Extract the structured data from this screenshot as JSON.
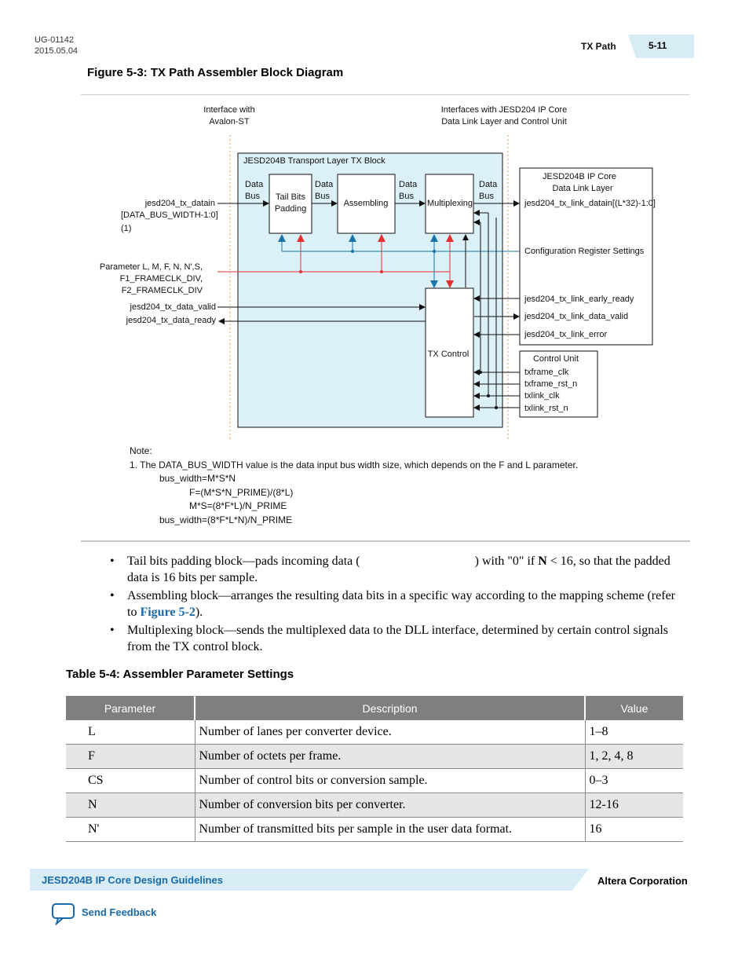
{
  "header": {
    "doc_id": "UG-01142",
    "doc_date": "2015.05.04",
    "section": "TX Path",
    "page": "5-11"
  },
  "figure": {
    "title": "Figure 5-3: TX Path Assembler Block Diagram",
    "iface_avalon": [
      "Interface with",
      "Avalon-ST"
    ],
    "iface_jesd": [
      "Interfaces with JESD204 IP Core",
      "Data Link Layer and Control Unit"
    ],
    "transport_title": "JESD204B Transport Layer TX Block",
    "data_bus": [
      "Data",
      "Bus"
    ],
    "block_tail": [
      "Tail Bits",
      "Padding"
    ],
    "block_assembling": "Assembling",
    "block_mux": "Multiplexing",
    "block_txcontrol": "TX Control",
    "in_datain": [
      "jesd204_tx_datain",
      "[DATA_BUS_WIDTH-1:0]",
      "(1)"
    ],
    "in_params": [
      "Parameter L, M, F, N, N',S,",
      "F1_FRAMECLK_DIV,",
      "F2_FRAMECLK_DIV"
    ],
    "in_valid": "jesd204_tx_data_valid",
    "out_ready": "jesd204_tx_data_ready",
    "dll_title": [
      "JESD204B IP Core",
      "Data Link Layer"
    ],
    "dll_datain": "jesd204_tx_link_datain[(L*32)-1:0]",
    "dll_config": "Configuration Register Settings",
    "dll_early": "jesd204_tx_link_early_ready",
    "dll_valid": "jesd204_tx_link_data_valid",
    "dll_error": "jesd204_tx_link_error",
    "cu_title": "Control Unit",
    "cu_signals": [
      "txframe_clk",
      "txframe_rst_n",
      "txlink_clk",
      "txlink_rst_n"
    ],
    "note_title": "Note:",
    "note_lines": [
      "1. The DATA_BUS_WIDTH value is the data input bus width size, which depends on the F and L parameter.",
      "bus_width=M*S*N",
      "F=(M*S*N_PRIME)/(8*L)",
      "M*S=(8*F*L)/N_PRIME",
      "bus_width=(8*F*L*N)/N_PRIME"
    ]
  },
  "bullets": {
    "b1_pre": "Tail bits padding block—pads incoming data (",
    "b1_mid": ") with \"0\" if ",
    "b1_n": "N",
    "b1_post": " < 16, so that the padded data is 16 bits per sample.",
    "b2_pre": "Assembling block—arranges the resulting data bits in a specific way according to the mapping scheme (refer to ",
    "b2_link": "Figure 5-2",
    "b2_post": ").",
    "b3": "Multiplexing block—sends the multiplexed data to the DLL interface, determined by certain control signals from the TX control block."
  },
  "table": {
    "title": "Table 5-4: Assembler Parameter Settings",
    "headers": [
      "Parameter",
      "Description",
      "Value"
    ],
    "rows": [
      [
        "L",
        "Number of lanes per converter device.",
        "1–8"
      ],
      [
        "F",
        "Number of octets per frame.",
        "1, 2, 4, 8"
      ],
      [
        "CS",
        "Number of control bits or conversion sample.",
        "0–3"
      ],
      [
        "N",
        "Number of conversion bits per converter.",
        "12-16"
      ],
      [
        "N'",
        "Number of transmitted bits per sample in the user data format.",
        "16"
      ]
    ]
  },
  "footer": {
    "guide": "JESD204B IP Core Design Guidelines",
    "company": "Altera Corporation",
    "feedback": "Send Feedback"
  },
  "colors": {
    "accent": "#1a6aa8",
    "block_fill": "#dcefF7",
    "red_line": "#e53030",
    "blue_line": "#1b75a8"
  }
}
